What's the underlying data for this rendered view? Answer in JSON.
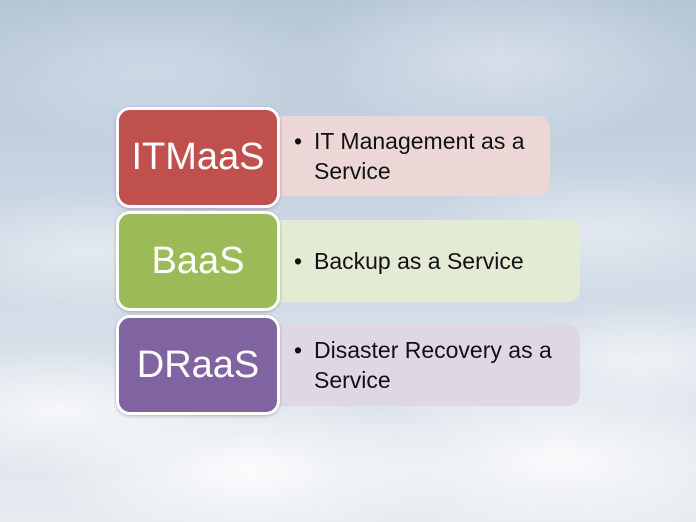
{
  "items": [
    {
      "acronym": "ITMaaS",
      "bullet": "•",
      "description": "IT Management as a Service",
      "box_color": "#c0504d",
      "detail_color": "#ecd6d6"
    },
    {
      "acronym": "BaaS",
      "bullet": "•",
      "description": "Backup as a Service",
      "box_color": "#9bbb59",
      "detail_color": "#e3ebd5"
    },
    {
      "acronym": "DRaaS",
      "bullet": "•",
      "description": "Disaster Recovery as a Service",
      "box_color": "#8064a2",
      "detail_color": "#dfd7e6"
    }
  ]
}
